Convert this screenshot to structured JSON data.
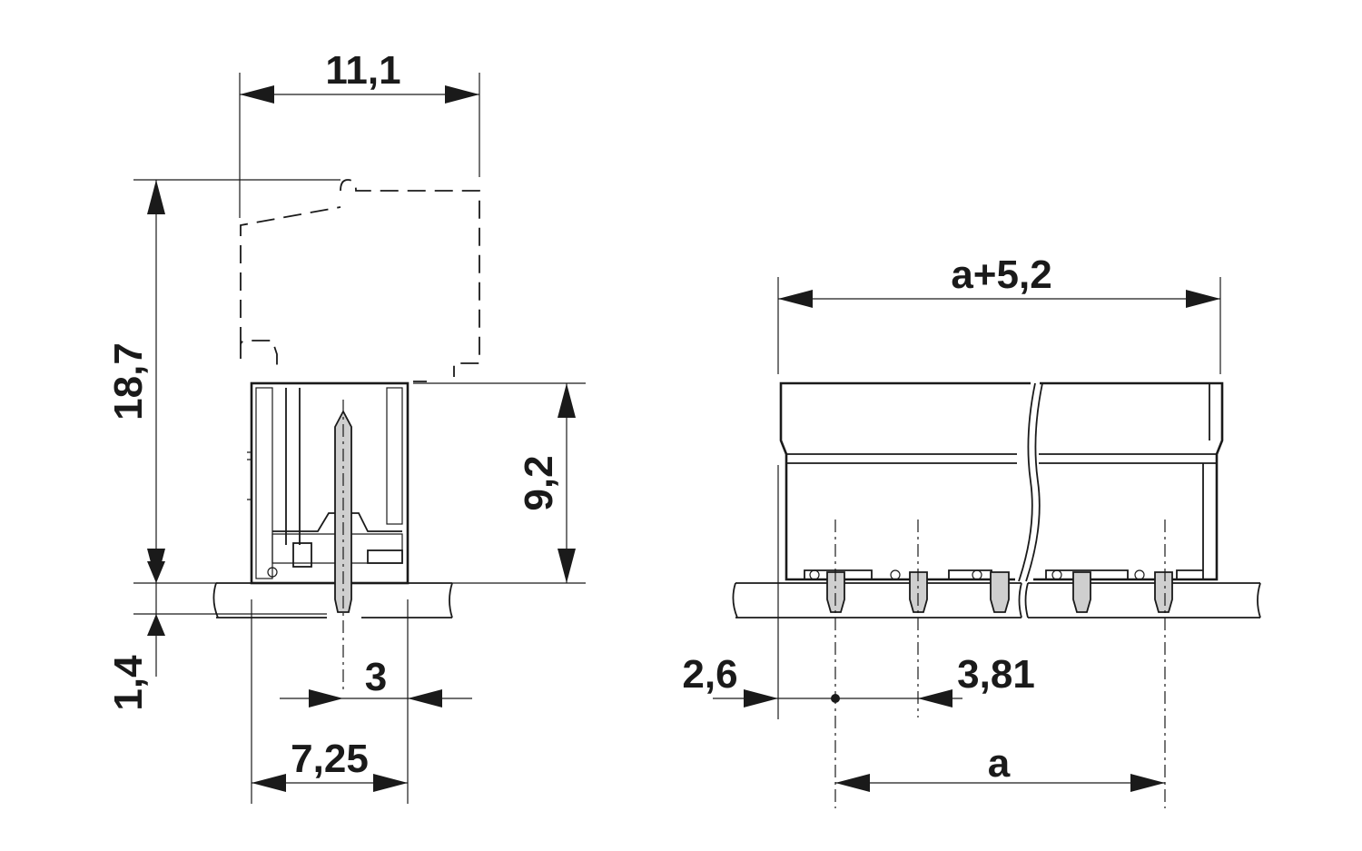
{
  "dimensions": {
    "side_width": "11,1",
    "side_height": "18,7",
    "body_height": "9,2",
    "pin_length": "1,4",
    "pin_offset": "3",
    "footprint_depth": "7,25",
    "total_length": "a+5,2",
    "end_offset": "2,6",
    "pitch": "3,81",
    "pin_span": "a"
  }
}
